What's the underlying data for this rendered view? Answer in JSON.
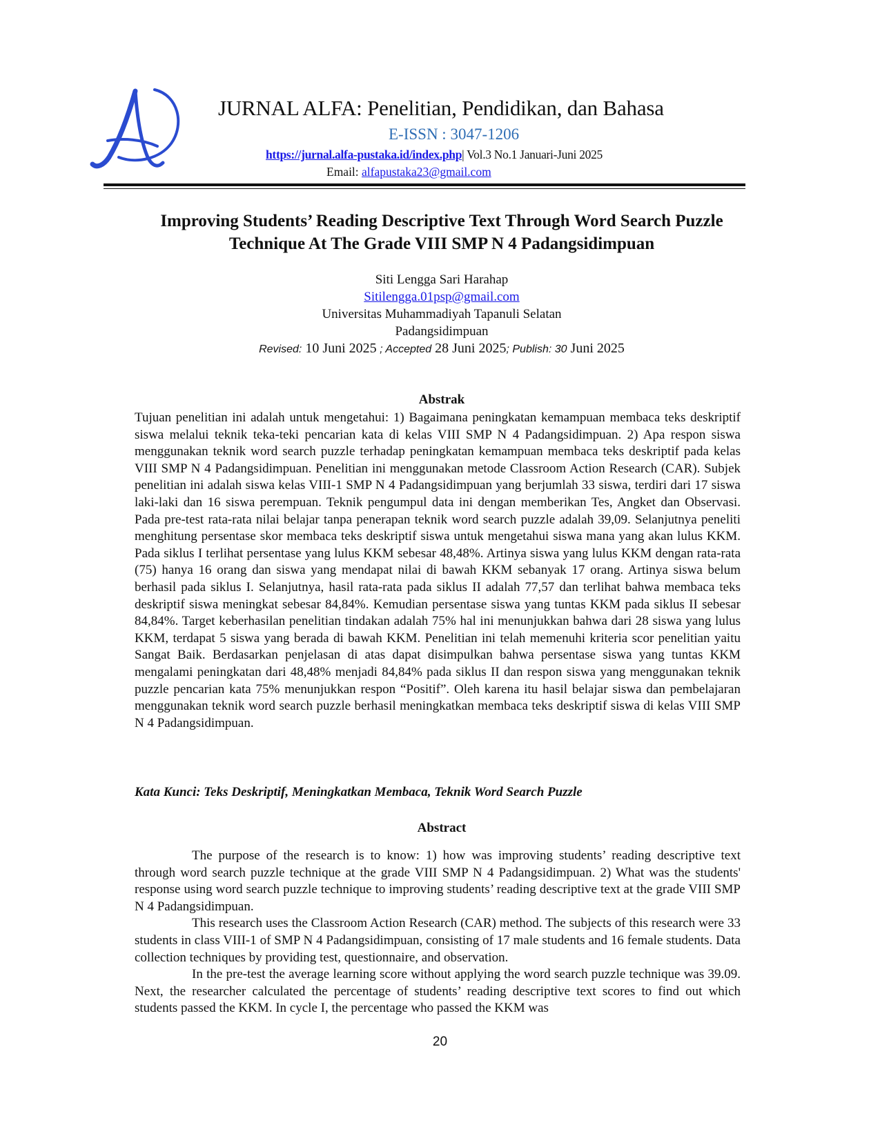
{
  "header": {
    "journal_title": "JURNAL ALFA: Penelitian, Pendidikan, dan Bahasa",
    "issn": "E-ISSN : 3047-1206",
    "url": "https://jurnal.alfa-pustaka.id/index.php",
    "volume": "| Vol.3 No.1  Januari-Juni 2025",
    "email_label": "Email:",
    "email": "alfapustaka23@gmail.com",
    "logo_icon": "alfa-logo-icon",
    "colors": {
      "logo": "#2a4bd0",
      "issn": "#2e6db4",
      "link": "#1a1ae6"
    }
  },
  "title": "Improving Students’ Reading Descriptive Text Through Word Search Puzzle Technique At The Grade VIII SMP N 4 Padangsidimpuan",
  "author": {
    "name": "Siti Lengga Sari Harahap",
    "email": "Sitilengga.01psp@gmail.com",
    "affiliation": "Universitas Muhammadiyah Tapanuli Selatan",
    "city": "Padangsidimpuan"
  },
  "dates": {
    "revised_label": "Revised:",
    "revised_date": " 10 Juni 2025",
    "accepted_label": " ; Accepted",
    "accepted_date": " 28 Juni 2025",
    "publish_label": "; Publish: 30",
    "publish_date": " Juni 2025"
  },
  "abstrak": {
    "heading": "Abstrak",
    "text": "Tujuan penelitian ini adalah untuk mengetahui: 1) Bagaimana peningkatan kemampuan membaca teks deskriptif siswa melalui teknik teka-teki pencarian kata di kelas VIII SMP N 4 Padangsidimpuan. 2) Apa respon siswa menggunakan teknik word search puzzle terhadap peningkatan kemampuan membaca teks deskriptif pada kelas VIII SMP N 4 Padangsidimpuan. Penelitian ini menggunakan metode Classroom Action Research (CAR). Subjek penelitian ini adalah siswa kelas VIII-1 SMP N 4 Padangsidimpuan yang berjumlah 33 siswa, terdiri dari 17 siswa laki-laki dan 16 siswa perempuan. Teknik pengumpul data ini dengan memberikan Tes, Angket dan Observasi. Pada pre-test rata-rata nilai belajar tanpa penerapan teknik word search puzzle adalah 39,09. Selanjutnya peneliti menghitung persentase skor membaca teks deskriptif siswa untuk mengetahui siswa mana yang akan lulus KKM. Pada siklus I terlihat persentase yang lulus KKM sebesar 48,48%.  Artinya siswa yang lulus KKM dengan  rata-rata (75) hanya 16 orang dan siswa yang mendapat nilai di bawah KKM sebanyak 17 orang.  Artinya siswa belum berhasil pada siklus I. Selanjutnya, hasil rata-rata pada siklus II adalah 77,57 dan terlihat bahwa membaca teks deskriptif siswa meningkat sebesar 84,84%. Kemudian persentase siswa yang tuntas KKM pada siklus II sebesar 84,84%.  Target keberhasilan penelitian tindakan adalah 75%  hal ini menunjukkan bahwa dari 28 siswa yang lulus KKM, terdapat 5 siswa yang berada di bawah KKM. Penelitian ini telah memenuhi kriteria scor penelitian yaitu Sangat Baik. Berdasarkan penjelasan di atas dapat disimpulkan bahwa persentase siswa yang tuntas KKM mengalami peningkatan dari 48,48% menjadi 84,84% pada siklus II dan respon siswa yang menggunakan teknik puzzle pencarian kata 75% menunjukkan respon “Positif”. Oleh karena itu hasil belajar siswa dan pembelajaran menggunakan teknik word search puzzle berhasil meningkatkan membaca teks deskriptif siswa di kelas VIII SMP N 4 Padangsidimpuan."
  },
  "keywords": "Kata Kunci: Teks Deskriptif,  Meningkatkan Membaca, Teknik Word Search Puzzle",
  "abstract": {
    "heading": "Abstract",
    "paragraphs": [
      "The purpose of the research is to know: 1) how was improving students’ reading descriptive text through word search puzzle technique at the grade VIII SMP N 4 Padangsidimpuan. 2) What was the students' response using word search puzzle technique to improving students’ reading descriptive text at the grade VIII SMP N 4 Padangsidimpuan.",
      "This research uses the Classroom Action Research (CAR) method. The subjects of this research were 33 students in class VIII-1 of SMP N 4 Padangsidimpuan, consisting of 17 male students and 16 female students. Data collection techniques by providing test, questionnaire, and observation.",
      "In the pre-test the average learning score without applying the word search puzzle technique was 39.09.  Next, the researcher calculated the percentage of students’ reading descriptive text scores to find out which students passed the KKM. In cycle I, the percentage who passed the KKM was"
    ]
  },
  "page_number": "20"
}
